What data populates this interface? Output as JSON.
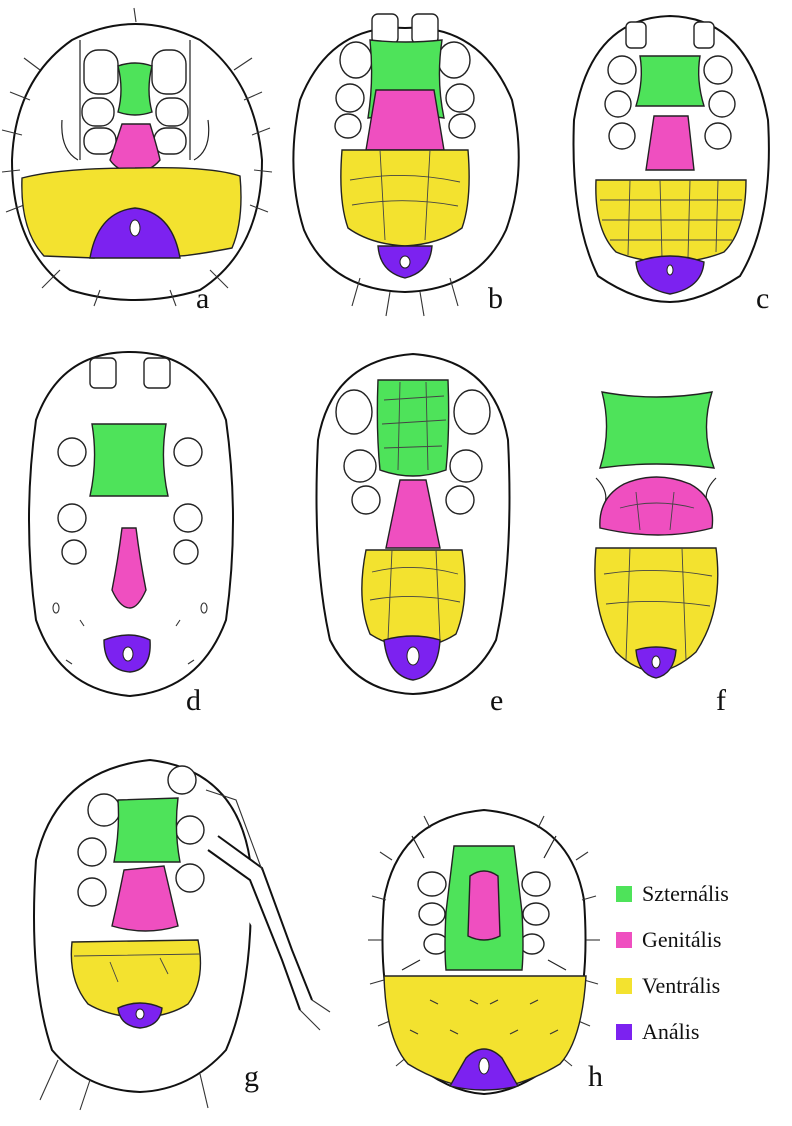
{
  "panels": [
    {
      "id": "a",
      "label": "a"
    },
    {
      "id": "b",
      "label": "b"
    },
    {
      "id": "c",
      "label": "c"
    },
    {
      "id": "d",
      "label": "d"
    },
    {
      "id": "e",
      "label": "e"
    },
    {
      "id": "f",
      "label": "f"
    },
    {
      "id": "g",
      "label": "g"
    },
    {
      "id": "h",
      "label": "h"
    }
  ],
  "legend": {
    "items": [
      {
        "label": "Szternális",
        "color": "#4ee35a"
      },
      {
        "label": "Genitális",
        "color": "#ef4fc0"
      },
      {
        "label": "Ventrális",
        "color": "#f3e22f"
      },
      {
        "label": "Anális",
        "color": "#7c22f0"
      }
    ]
  },
  "colors": {
    "sternal": "#4ee35a",
    "genital": "#ef4fc0",
    "ventral": "#f3e22f",
    "anal": "#7c22f0"
  }
}
